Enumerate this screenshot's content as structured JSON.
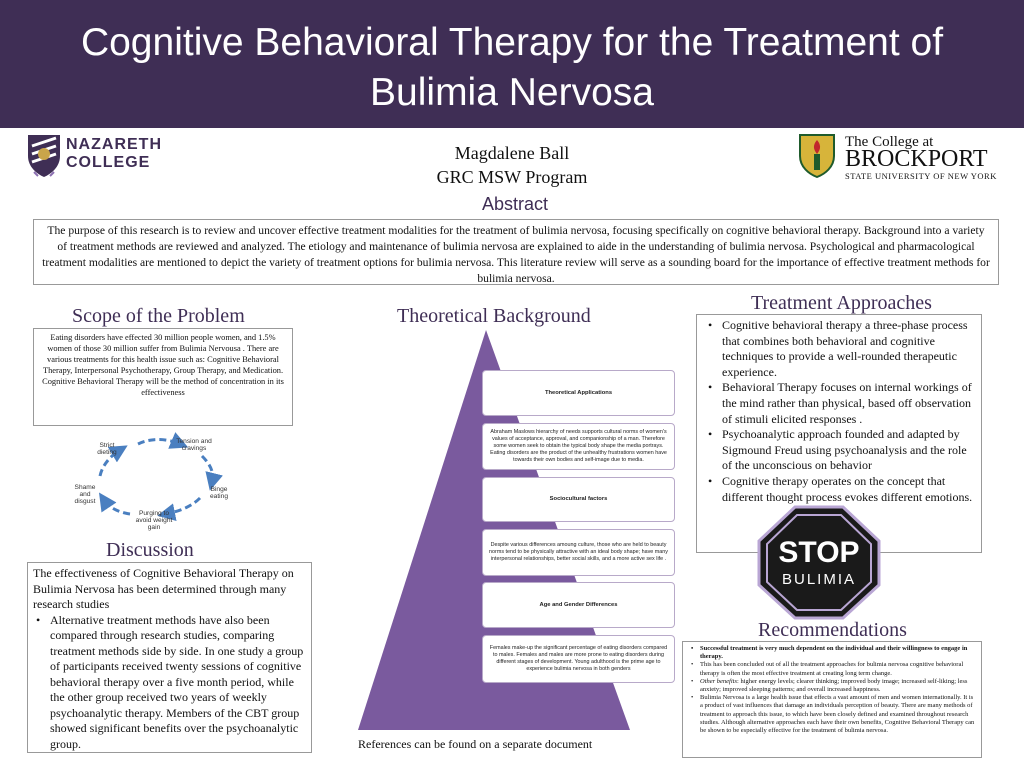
{
  "header": {
    "title_line1": "Cognitive Behavioral Therapy for the Treatment of",
    "title_line2": "Bulimia Nervosa"
  },
  "logos": {
    "left_line1": "NAZARETH",
    "left_line2": "COLLEGE",
    "right_line1": "The College at",
    "right_line2": "BROCKPORT",
    "right_line3": "STATE UNIVERSITY OF NEW YORK"
  },
  "author": {
    "name": "Magdalene Ball",
    "program": "GRC MSW Program"
  },
  "abstract": {
    "heading": "Abstract",
    "text": "The purpose of this research is to review and uncover effective treatment modalities for the treatment of bulimia nervosa, focusing specifically on cognitive behavioral therapy. Background into a variety of treatment methods are reviewed and analyzed. The etiology and maintenance of bulimia nervosa are explained to aide in the understanding of bulimia nervosa. Psychological and pharmacological treatment modalities are mentioned to depict the variety of treatment options for bulimia nervosa. This literature review will serve as a sounding board for the importance of effective treatment methods for bulimia nervosa."
  },
  "scope": {
    "heading": "Scope of the Problem",
    "text": "Eating disorders have effected 30 million people women, and 1.5% women of those 30 million suffer from Bulimia Nervousa . There are various treatments for this health issue such as: Cognitive Behavioral Therapy, Interpersonal Psychotherapy, Group Therapy, and Medication. Cognitive Behavioral Therapy will be the method of concentration in its effectiveness"
  },
  "cycle": {
    "colors": {
      "arrow": "#4a7fc0"
    },
    "labels": [
      "Tension and cravings",
      "Binge eating",
      "Purging to avoid weight gain",
      "Shame and disgust",
      "Strict dieting"
    ]
  },
  "discussion": {
    "heading": "Discussion",
    "intro": "The effectiveness of Cognitive Behavioral Therapy on Bulimia Nervosa has been determined through many research studies",
    "bullet": "Alternative treatment methods have also been compared through research studies, comparing treatment methods side by side.  In one study a group of participants  received twenty sessions of cognitive behavioral therapy over a five month period, while  the other group received two years of weekly psychoanalytic therapy.  Members of the CBT group showed significant benefits over the psychoanalytic group."
  },
  "theory": {
    "heading": "Theoretical Background",
    "colors": {
      "pyramid": "#7a5a9e"
    },
    "cards": [
      "Theoretical Applications",
      "Abraham Maslows hierarchy of needs supports cultural norms of women's values of acceptance, approval, and companionship of a man. Therefore some women seek to obtain the typical body shape the media portrays. Eating disorders are the product of the unhealthy frustrations women have towards their own bodies and self-image due to media.",
      "Sociocultural factors",
      "Despite various differences amoung culture, those who are held to beauty norms tend to be physically attractive with an ideal body shape; have many  interpersonal relationships, better social skills, and a more active sex life .",
      "Age and Gender Differences",
      "Females make-up the significant percentage of eating disorders compared to males. Females and males are more prone to eating disorders during different stages of development. Young adulthood is the prime age to experience bulimia nervosa in both genders"
    ],
    "references": "References can be found on a separate document"
  },
  "treatment": {
    "heading": "Treatment Approaches",
    "bullets": [
      "Cognitive behavioral therapy a three-phase process that combines both behavioral and cognitive techniques to provide a well-rounded therapeutic experience.",
      "Behavioral Therapy focuses on internal workings of the mind rather than physical, based off observation of stimuli elicited responses .",
      "Psychoanalytic approach founded and adapted by Sigmound Freud using psychoanalysis and the role of the unconscious on behavior",
      "Cognitive therapy operates on the concept that different thought process evokes different emotions."
    ]
  },
  "stop_sign": {
    "line1": "STOP",
    "line2": "BULIMIA",
    "colors": {
      "fill": "#1a1a1a",
      "text": "#ffffff",
      "outline": "#b9a6d4"
    }
  },
  "recommendations": {
    "heading": "Recommendations",
    "b1": "Successful treatment is very much dependent on the individual and their willingness to engage in therapy.",
    "b2": "This has been concluded out of all the treatment approaches for bulimia nervosa cognitive behavioral therapy is often the most effective treatment at creating long term change.",
    "b3_label": "Other benefits",
    "b3": ": higher energy levels; clearer thinking; improved body image; increased self-liking; less anxiety; improved sleeping patterns; and overall increased happiness.",
    "b4": "Bulimia Nervosa is a large health issue that effects a vast amount of men and women internationally. It is a product of vast influences that damage an individuals perception of beauty. There are many methods of treatment to approach this issue, to which have been closely defined and examined throughout research studies. Although alternative approaches each have their own benefits, Cognitive Behavioral Therapy can be shown to be especially effective for the treatment of  bulimia nervosa."
  },
  "colors": {
    "brand_purple": "#3f2e55"
  }
}
